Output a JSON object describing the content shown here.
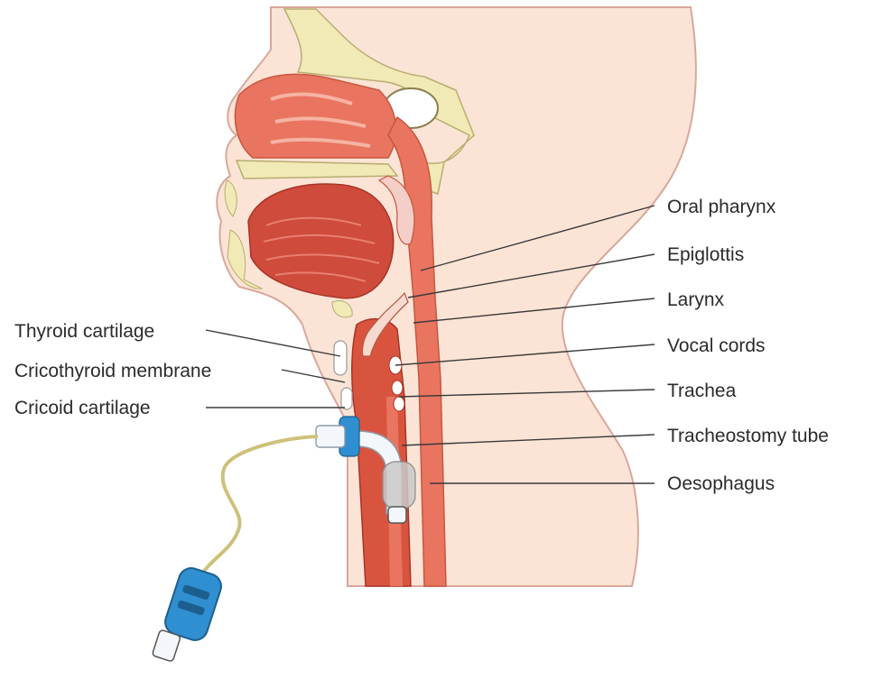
{
  "labels": {
    "oral_pharynx": "Oral pharynx",
    "epiglottis": "Epiglottis",
    "larynx": "Larynx",
    "vocal_cords": "Vocal cords",
    "trachea": "Trachea",
    "tracheostomy_tube": "Tracheostomy tube",
    "oesophagus": "Oesophagus",
    "thyroid_cartilage": "Thyroid cartilage",
    "cricothyroid_membrane": "Cricothyroid membrane",
    "cricoid_cartilage": "Cricoid cartilage"
  },
  "colors": {
    "skin": "#fbe4d6",
    "skin_outline": "#d9a79a",
    "soft_tissue": "#f4cfc8",
    "mucosa": "#e97560",
    "muscle": "#cf4b3c",
    "bone": "#f1e9b6",
    "bone_outline": "#b8ad70",
    "tube_white": "#f3f6fa",
    "tube_blue": "#2f8fd0",
    "cuff_grey": "#c9c9c9",
    "pilot_line": "#cfc07a"
  }
}
